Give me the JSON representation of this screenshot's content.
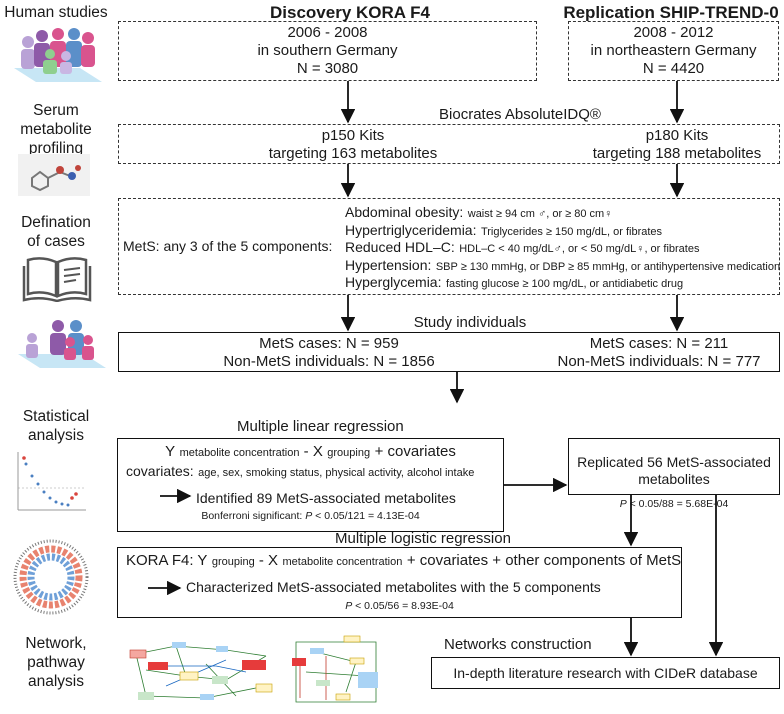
{
  "left_labels": {
    "human_studies": "Human studies",
    "serum_profiling": "Serum\nmetabolite\nprofiling",
    "definition": "Defination\nof cases",
    "statistical": "Statistical\nanalysis",
    "network": "Network,\npathway\nanalysis"
  },
  "headers": {
    "discovery": "Discovery KORA F4",
    "replication": "Replication SHIP-TREND-0"
  },
  "kora_box": {
    "years": "2006 - 2008",
    "region": "in southern Germany",
    "n": "N = 3080"
  },
  "ship_box": {
    "years": "2008 - 2012",
    "region": "in northeastern Germany",
    "n": "N = 4420"
  },
  "biocrates": "Biocrates AbsoluteIDQ®",
  "kits": {
    "p150_line1": "p150 Kits",
    "p150_line2": "targeting 163 metabolites",
    "p180_line1": "p180 Kits",
    "p180_line2": "targeting 188 metabolites"
  },
  "mets_def": {
    "lead": "MetS: any 3 of the 5 components:",
    "components": [
      {
        "name": "Abdominal obesity:",
        "detail": "waist ≥ 94 cm ♂, or ≥ 80 cm♀"
      },
      {
        "name": "Hypertriglyceridemia:",
        "detail": "Triglycerides ≥ 150 mg/dL, or fibrates"
      },
      {
        "name": "Reduced HDL–C:",
        "detail": "HDL–C < 40 mg/dL♂, or < 50 mg/dL♀, or fibrates"
      },
      {
        "name": "Hypertension:",
        "detail": "SBP ≥ 130 mmHg, or DBP ≥ 85 mmHg, or antihypertensive medication"
      },
      {
        "name": "Hyperglycemia:",
        "detail": "fasting glucose ≥ 100 mg/dL, or antidiabetic drug"
      }
    ]
  },
  "study_individuals": "Study individuals",
  "study_box": {
    "kora_cases": "MetS cases: N = 959",
    "kora_non": "Non-MetS individuals: N = 1856",
    "ship_cases": "MetS cases: N = 211",
    "ship_non": "Non-MetS individuals: N = 777"
  },
  "mlr_title": "Multiple linear regression",
  "mlr_box": {
    "y": "Y",
    "y_sub": "metabolite concentration",
    "dash": " - ",
    "x": "X",
    "x_sub": "grouping",
    "plus_cov": "+ covariates",
    "cov_label": "covariates:",
    "cov_list": "age, sex, smoking status, physical activity, alcohol intake",
    "identified": "Identified 89 MetS-associated metabolites",
    "bonf": "Bonferroni significant:",
    "p": "P",
    "bonf_val": "< 0.05/121 = 4.13E-04"
  },
  "rep_box": {
    "line1": "Replicated 56 MetS-associated",
    "line2": "metabolites",
    "p": "P",
    "val": "< 0.05/88 = 5.68E-04"
  },
  "logit_title": "Multiple logistic regression",
  "logit_box": {
    "lead": "KORA F4: Y",
    "y_sub": "grouping",
    "dash": " -  X",
    "x_sub": "metabolite concentration",
    "rest": "+ covariates + other components of MetS",
    "characterized": "Characterized MetS-associated metabolites with the 5 components",
    "p": "P",
    "val": "< 0.05/56 = 8.93E-04"
  },
  "networks_title": "Networks construction",
  "cider": "In-depth literature research with CIDeR database",
  "colors": {
    "purple": "#8e5aa8",
    "pink": "#d9548e",
    "blue": "#5b8fc9",
    "green": "#8fcf8f",
    "lilac": "#b9a2d6"
  }
}
